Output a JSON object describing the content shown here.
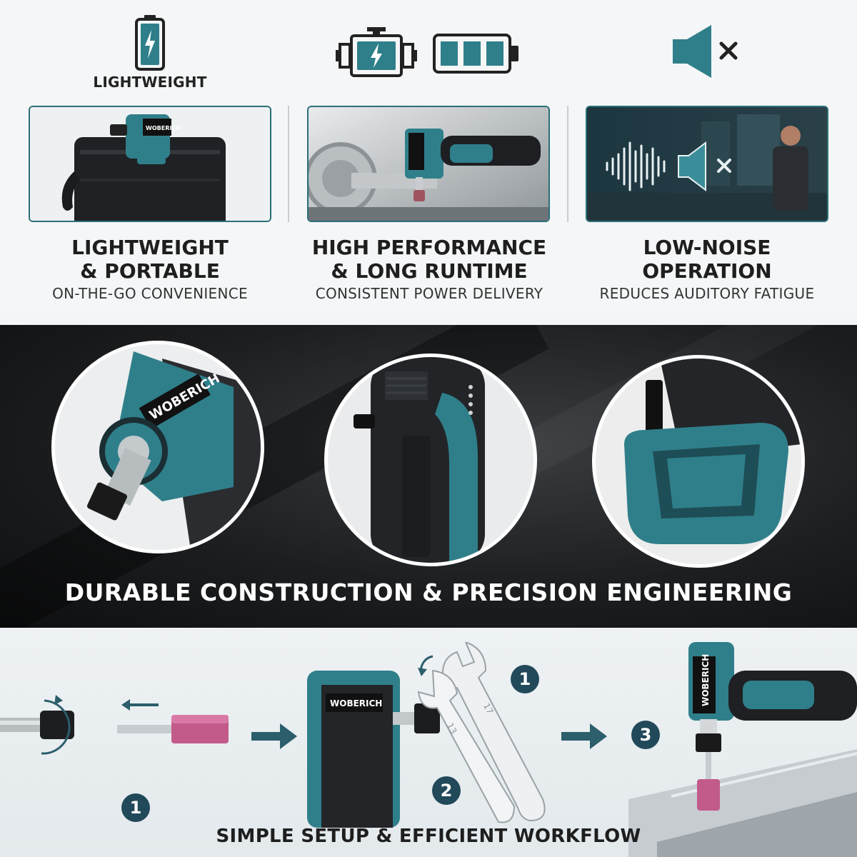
{
  "colors": {
    "teal": "#2f7f8a",
    "dark_navy": "#21495a",
    "text_dark": "#1e1e1e"
  },
  "icons": {
    "col1": "battery-charging-icon",
    "col2a": "motor-lightning-icon",
    "col2b": "battery-full-icon",
    "col3": "speaker-mute-icon"
  },
  "top": {
    "icon_label": "LIGHTWEIGHT",
    "columns": [
      {
        "title_line1": "LIGHTWEIGHT",
        "title_line2": "& PORTABLE",
        "subtitle": "ON-THE-GO CONVENIENCE"
      },
      {
        "title_line1": "HIGH PERFORMANCE",
        "title_line2": "& LONG RUNTIME",
        "subtitle": "CONSISTENT POWER DELIVERY"
      },
      {
        "title_line1": "LOW-NOISE",
        "title_line2": "OPERATION",
        "subtitle": "REDUCES AUDITORY FATIGUE"
      }
    ],
    "brand": "WOBERICH"
  },
  "middle": {
    "title": "DURABLE CONSTRUCTION & PRECISION ENGINEERING",
    "brand": "WOBERICH"
  },
  "bottom": {
    "title": "SIMPLE SETUP & EFFICIENT WORKFLOW",
    "brand": "WOBERICH",
    "steps": [
      "1",
      "2",
      "3"
    ],
    "wrench_marks": [
      "1",
      "17",
      "13"
    ]
  }
}
